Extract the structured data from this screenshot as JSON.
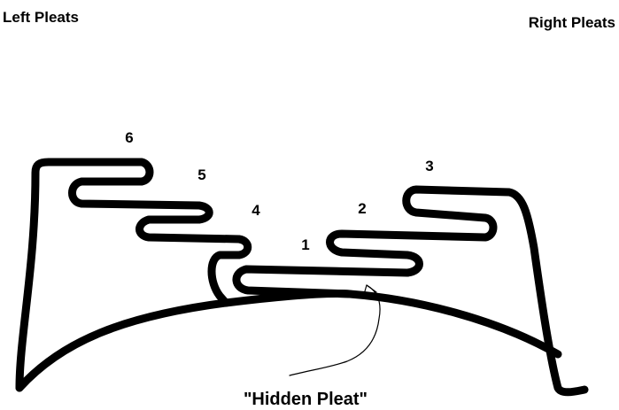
{
  "headings": {
    "left": "Left Pleats",
    "right": "Right Pleats"
  },
  "pleats": [
    {
      "number": "1"
    },
    {
      "number": "2"
    },
    {
      "number": "3"
    },
    {
      "number": "4"
    },
    {
      "number": "5"
    },
    {
      "number": "6"
    }
  ],
  "callout": "\"Hidden Pleat\"",
  "colors": {
    "ink": "#000000",
    "background": "#ffffff"
  }
}
